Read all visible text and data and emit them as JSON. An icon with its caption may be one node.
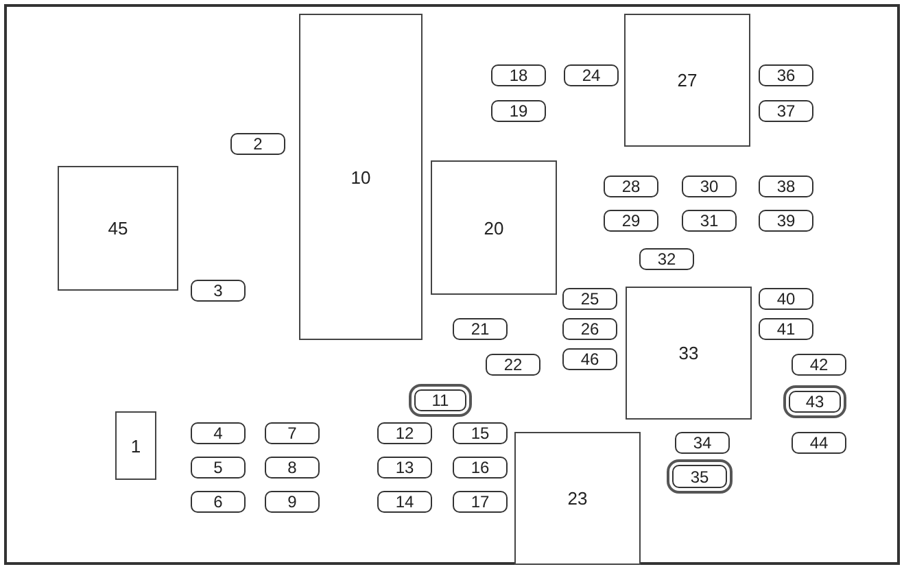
{
  "diagram": {
    "nodes": [
      {
        "text": [
          "1"
        ]
      },
      {
        "text": [
          "2"
        ]
      },
      {
        "text": [
          "3"
        ]
      },
      {
        "text": [
          "4"
        ]
      },
      {
        "text": [
          "5"
        ]
      },
      {
        "text": [
          "6"
        ]
      },
      {
        "text": [
          "7"
        ]
      },
      {
        "text": [
          "8"
        ]
      },
      {
        "text": [
          "9"
        ]
      },
      {
        "text": [
          "10"
        ]
      },
      {
        "text": [
          "11"
        ]
      },
      {
        "text": [
          "12"
        ]
      },
      {
        "text": [
          "13"
        ]
      },
      {
        "text": [
          "14"
        ]
      },
      {
        "text": [
          "15"
        ]
      },
      {
        "text": [
          "16"
        ]
      },
      {
        "text": [
          "17"
        ]
      },
      {
        "text": [
          "18"
        ]
      },
      {
        "text": [
          "19"
        ]
      },
      {
        "text": [
          "20"
        ]
      },
      {
        "text": [
          "21"
        ]
      },
      {
        "text": [
          "22"
        ]
      },
      {
        "text": [
          "23"
        ]
      },
      {
        "text": [
          "24"
        ]
      },
      {
        "text": [
          "25"
        ]
      },
      {
        "text": [
          "26"
        ]
      },
      {
        "text": [
          "27"
        ]
      },
      {
        "text": [
          "28"
        ]
      },
      {
        "text": [
          "29"
        ]
      },
      {
        "text": [
          "30"
        ]
      },
      {
        "text": [
          "31"
        ]
      },
      {
        "text": [
          "32"
        ]
      },
      {
        "text": [
          "33"
        ]
      },
      {
        "text": [
          "34"
        ]
      },
      {
        "text": [
          "35"
        ]
      },
      {
        "text": [
          "36"
        ]
      },
      {
        "text": [
          "37"
        ]
      },
      {
        "text": [
          "38"
        ]
      },
      {
        "text": [
          "39"
        ]
      },
      {
        "text": [
          "40"
        ]
      },
      {
        "text": [
          "41"
        ]
      },
      {
        "text": [
          "42"
        ]
      },
      {
        "text": [
          "43"
        ]
      },
      {
        "text": [
          "44"
        ]
      },
      {
        "text": [
          "45"
        ]
      },
      {
        "text": [
          "46"
        ]
      }
    ]
  }
}
